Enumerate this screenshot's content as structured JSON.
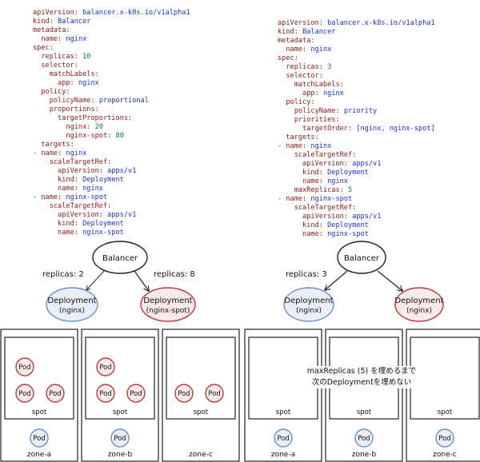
{
  "left": {
    "yaml": [
      {
        "indent": 0,
        "key": "apiVersion",
        "value": "balancer.x-k8s.io/v1alpha1",
        "vtype": "str"
      },
      {
        "indent": 0,
        "key": "kind",
        "value": "Balancer",
        "vtype": "str"
      },
      {
        "indent": 0,
        "key": "metadata",
        "value": "",
        "vtype": "str"
      },
      {
        "indent": 1,
        "key": "name",
        "value": "nginx",
        "vtype": "str"
      },
      {
        "indent": 0,
        "key": "spec",
        "value": "",
        "vtype": "str"
      },
      {
        "indent": 1,
        "key": "replicas",
        "value": "10",
        "vtype": "num"
      },
      {
        "indent": 1,
        "key": "selector",
        "value": "",
        "vtype": "str"
      },
      {
        "indent": 2,
        "key": "matchLabels",
        "value": "",
        "vtype": "str"
      },
      {
        "indent": 3,
        "key": "app",
        "value": "nginx",
        "vtype": "str"
      },
      {
        "indent": 1,
        "key": "policy",
        "value": "",
        "vtype": "str"
      },
      {
        "indent": 2,
        "key": "policyName",
        "value": "proportional",
        "vtype": "str"
      },
      {
        "indent": 2,
        "key": "proportions",
        "value": "",
        "vtype": "str"
      },
      {
        "indent": 3,
        "key": "targetProportions",
        "value": "",
        "vtype": "str"
      },
      {
        "indent": 4,
        "key": "nginx",
        "value": "20",
        "vtype": "num"
      },
      {
        "indent": 4,
        "key": "nginx-spot",
        "value": "80",
        "vtype": "num"
      },
      {
        "indent": 1,
        "key": "targets",
        "value": "",
        "vtype": "str"
      },
      {
        "indent": 1,
        "dash": true,
        "key": "name",
        "value": "nginx",
        "vtype": "str"
      },
      {
        "indent": 2,
        "key": "scaleTargetRef",
        "value": "",
        "vtype": "str"
      },
      {
        "indent": 3,
        "key": "apiVersion",
        "value": "apps/v1",
        "vtype": "str"
      },
      {
        "indent": 3,
        "key": "kind",
        "value": "Deployment",
        "vtype": "str"
      },
      {
        "indent": 3,
        "key": "name",
        "value": "nginx",
        "vtype": "str"
      },
      {
        "indent": 1,
        "dash": true,
        "key": "name",
        "value": "nginx-spot",
        "vtype": "str"
      },
      {
        "indent": 2,
        "key": "scaleTargetRef",
        "value": "",
        "vtype": "str"
      },
      {
        "indent": 3,
        "key": "apiVersion",
        "value": "apps/v1",
        "vtype": "str"
      },
      {
        "indent": 3,
        "key": "kind",
        "value": "Deployment",
        "vtype": "str"
      },
      {
        "indent": 3,
        "key": "name",
        "value": "nginx-spot",
        "vtype": "str"
      }
    ],
    "balancer_label": "Balancer",
    "edge_left_label": "replicas: 2",
    "edge_right_label": "replicas: 8",
    "deploy_left": {
      "title": "Deployment",
      "sub": "(nginx)"
    },
    "deploy_right": {
      "title": "Deployment",
      "sub": "(nginx-spot)"
    },
    "zones": [
      {
        "name": "zone-a",
        "spot_label": "spot",
        "spot_pods": 3,
        "ondemand_pods": 1
      },
      {
        "name": "zone-b",
        "spot_label": "spot",
        "spot_pods": 3,
        "ondemand_pods": 1
      },
      {
        "name": "zone-c",
        "spot_label": "spot",
        "spot_pods": 2,
        "ondemand_pods": 0
      }
    ]
  },
  "right": {
    "yaml": [
      {
        "indent": 0,
        "key": "apiVersion",
        "value": "balancer.x-k8s.io/v1alpha1",
        "vtype": "str"
      },
      {
        "indent": 0,
        "key": "kind",
        "value": "Balancer",
        "vtype": "str"
      },
      {
        "indent": 0,
        "key": "metadata",
        "value": "",
        "vtype": "str"
      },
      {
        "indent": 1,
        "key": "name",
        "value": "nginx",
        "vtype": "str"
      },
      {
        "indent": 0,
        "key": "spec",
        "value": "",
        "vtype": "str"
      },
      {
        "indent": 1,
        "key": "replicas",
        "value": "3",
        "vtype": "num"
      },
      {
        "indent": 1,
        "key": "selector",
        "value": "",
        "vtype": "str"
      },
      {
        "indent": 2,
        "key": "matchLabels",
        "value": "",
        "vtype": "str"
      },
      {
        "indent": 3,
        "key": "app",
        "value": "nginx",
        "vtype": "str"
      },
      {
        "indent": 1,
        "key": "policy",
        "value": "",
        "vtype": "str"
      },
      {
        "indent": 2,
        "key": "policyName",
        "value": "priority",
        "vtype": "str"
      },
      {
        "indent": 2,
        "key": "priorities",
        "value": "",
        "vtype": "str"
      },
      {
        "indent": 3,
        "key": "targetOrder",
        "value": "[nginx, nginx-spot]",
        "vtype": "str"
      },
      {
        "indent": 1,
        "key": "targets",
        "value": "",
        "vtype": "str"
      },
      {
        "indent": 1,
        "dash": true,
        "key": "name",
        "value": "nginx",
        "vtype": "str"
      },
      {
        "indent": 2,
        "key": "scaleTargetRef",
        "value": "",
        "vtype": "str"
      },
      {
        "indent": 3,
        "key": "apiVersion",
        "value": "apps/v1",
        "vtype": "str"
      },
      {
        "indent": 3,
        "key": "kind",
        "value": "Deployment",
        "vtype": "str"
      },
      {
        "indent": 3,
        "key": "name",
        "value": "nginx",
        "vtype": "str"
      },
      {
        "indent": 2,
        "key": "maxReplicas",
        "value": "5",
        "vtype": "num"
      },
      {
        "indent": 1,
        "dash": true,
        "key": "name",
        "value": "nginx-spot",
        "vtype": "str"
      },
      {
        "indent": 2,
        "key": "scaleTargetRef",
        "value": "",
        "vtype": "str"
      },
      {
        "indent": 3,
        "key": "apiVersion",
        "value": "apps/v1",
        "vtype": "str"
      },
      {
        "indent": 3,
        "key": "kind",
        "value": "Deployment",
        "vtype": "str"
      },
      {
        "indent": 3,
        "key": "name",
        "value": "nginx-spot",
        "vtype": "str"
      }
    ],
    "balancer_label": "Balancer",
    "edge_left_label": "replicas: 3",
    "deploy_left": {
      "title": "Deployment",
      "sub": "(nginx)"
    },
    "deploy_right": {
      "title": "Deployment",
      "sub": "(nginx)"
    },
    "zones": [
      {
        "name": "zone-a",
        "spot_label": "spot",
        "spot_pods": 0,
        "ondemand_pods": 1
      },
      {
        "name": "zone-b",
        "spot_label": "spot",
        "spot_pods": 0,
        "ondemand_pods": 1
      },
      {
        "name": "zone-c",
        "spot_label": "spot",
        "spot_pods": 0,
        "ondemand_pods": 1
      }
    ],
    "note_line1": "maxReplicas (5) を埋めるまで",
    "note_line2": "次のDeploymentを埋めない"
  },
  "pod_label": "Pod",
  "colors": {
    "key": "#8b1a1a",
    "string": "#1f2fd0",
    "number": "#0f7a4a",
    "blue_node": "#6b8fc7",
    "blue_fill": "#e8f0fb",
    "red_node": "#c0393b",
    "red_fill": "#fbe6e6",
    "stroke": "#222222"
  }
}
